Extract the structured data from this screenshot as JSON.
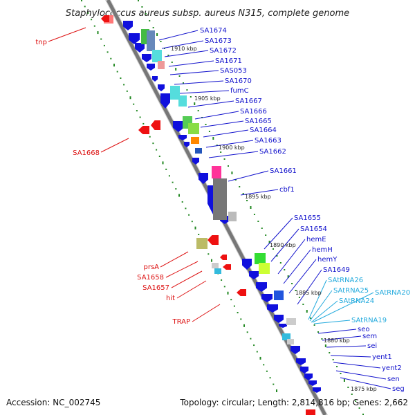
{
  "title": "Staphylococcus aureus subsp. aureus N315, complete genome",
  "accession": "Accession: NC_002745",
  "topology": "Topology: circular; Length: 2,814,816 bp; Genes: 2,662",
  "scale_labels": [
    "1910 kbp",
    "1905 kbp",
    "1900 kbp",
    "1895 kbp",
    "1890 kbp",
    "1885 kbp",
    "1880 kbp",
    "1875 kbp"
  ],
  "colors": {
    "forward": "#1010dd",
    "reverse": "#ee1111",
    "rna": "#33bbdd",
    "backbone": "#777777",
    "ticks": "#228822"
  },
  "labels_forward": [
    "SA1674",
    "SA1673",
    "SA1672",
    "SA1671",
    "SAS053",
    "SA1670",
    "fumC",
    "SA1667",
    "SA1666",
    "SA1665",
    "SA1664",
    "SA1663",
    "SA1662",
    "SA1661",
    "cbf1",
    "SA1655",
    "SA1654",
    "hemE",
    "hemH",
    "hemY",
    "SA1649",
    "seo",
    "sem",
    "sei",
    "yent1",
    "yent2",
    "sen",
    "seg"
  ],
  "labels_rna": [
    "SAtRNA26",
    "SAtRNA25",
    "SAtRNA20",
    "SAtRNA24",
    "SAtRNA19"
  ],
  "labels_reverse": [
    "tnp",
    "SA1668",
    "prsA",
    "SA1658",
    "SA1657",
    "hit",
    "TRAP"
  ]
}
